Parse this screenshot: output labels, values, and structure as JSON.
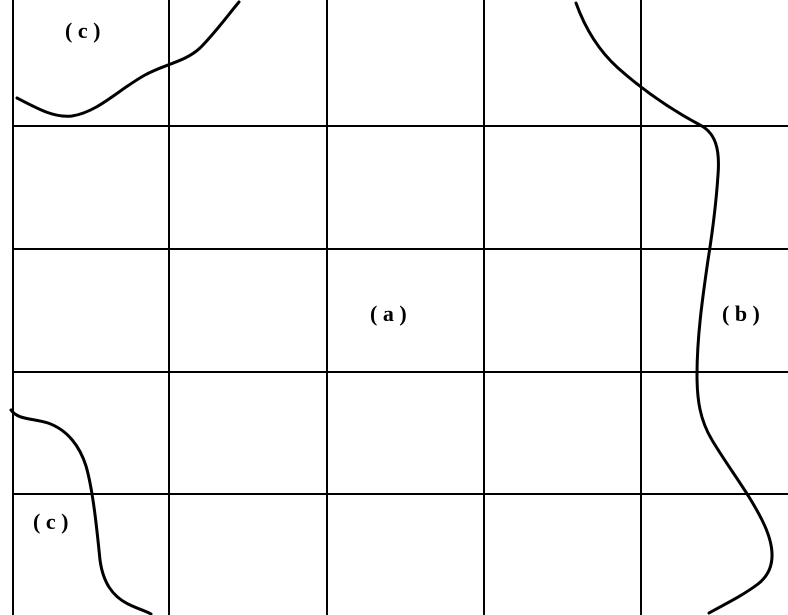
{
  "figure": {
    "labels": {
      "top_left": "( c )",
      "center": "( a )",
      "right": "( b )",
      "bottom_left": "( c )"
    }
  },
  "colors": {
    "line": "#000000",
    "background": "#ffffff"
  }
}
